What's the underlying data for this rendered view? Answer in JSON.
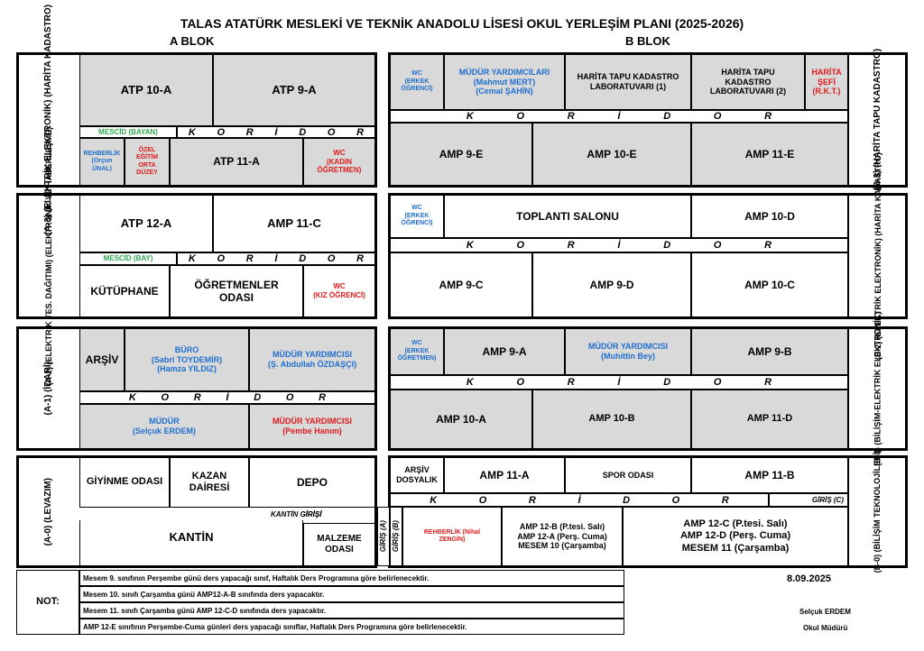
{
  "title": "TALAS ATATÜRK MESLEKİ VE TEKNİK ANADOLU LİSESİ OKUL YERLEŞİM PLANI (2025-2026)",
  "a_blok_label": "A BLOK",
  "b_blok_label": "B BLOK",
  "corridor_letters": [
    "K",
    "O",
    "R",
    "İ",
    "D",
    "O",
    "R"
  ],
  "a3": {
    "side_label": "(A-3)\n(ELEKTRİK ELEKTRONİK)\n(HARİTA KADASTRO)",
    "atp10a": "ATP 10-A",
    "atp9a": "ATP 9-A",
    "mescid": "MESCİD (BAYAN)",
    "rehberlik": "REHBERLİK\n(Orçun\nÜNAL)",
    "ozel": "ÖZEL\nEĞİTİM\nORTA\nDÜZEY",
    "atp11a": "ATP 11-A",
    "wc": "WC\n(KADIN\nÖĞRETMEN)"
  },
  "a2": {
    "side_label": "(A-2)\n(ELEKTRİK TES.\nDAĞITIMI) (ELEKTRONİK\nVE HABERLEŞME)",
    "atp12a": "ATP 12-A",
    "amp11c": "AMP 11-C",
    "mescid": "MESCİD (BAY)",
    "kutuphane": "KÜTÜPHANE",
    "ogretmenler": "ÖĞRETMENLER\nODASI",
    "wc": "WC\n(KIZ ÖĞRENCİ)"
  },
  "a1": {
    "side_label": "(A-1)\n(İDARİ)",
    "arsiv": "ARŞİV",
    "buro": "BÜRO\n(Sabri TOYDEMİR)\n(Hamza YILDIZ)",
    "mudur_yrd": "MÜDÜR YARDIMCISI\n(Ş. Abdullah ÖZDAŞÇI)",
    "mudur": "MÜDÜR\n(Selçuk ERDEM)",
    "mudur_yrd2": "MÜDÜR YARDIMCISI\n(Pembe Hanım)"
  },
  "a0": {
    "side_label": "(A-0) (LEVAZIM)",
    "giyinme": "GİYİNME ODASI",
    "kazan": "KAZAN\nDAİRESİ",
    "depo": "DEPO",
    "kantin_girisi": "KANTİN GİRİŞİ",
    "kantin": "KANTİN",
    "malzeme": "MALZEME\nODASI"
  },
  "b3": {
    "side_label": "(B-3)\n(HARİTA TAPU KADASTRO)",
    "wc": "WC\n(ERKEK\nÖĞRENCİ)",
    "mudur_yrd": "MÜDÜR YARDIMCILARI\n(Mahmut MERT)\n(Cemal ŞAHİN)",
    "lab1": "HARİTA TAPU KADASTRO\nLABORATUVARI (1)",
    "lab2": "HARİTA TAPU\nKADASTRO\nLABORATUVARI (2)",
    "sefi": "HARİTA\nŞEFİ\n(R.K.T.)",
    "amp9e": "AMP 9-E",
    "amp10e": "AMP 10-E",
    "amp11e": "AMP 11-E"
  },
  "b2": {
    "side_label": "(B-2)\n(ELEKTRİK ELEKTRONİK)\n(HARİTA KADASTRO)",
    "wc": "WC\n(ERKEK\nÖĞRENCİ)",
    "toplanti": "TOPLANTI SALONU",
    "amp10d": "AMP 10-D",
    "amp9c": "AMP 9-C",
    "amp9d": "AMP 9-D",
    "amp10c": "AMP 10-C"
  },
  "b1": {
    "side_label": "(B-1)\n(BİLİŞİM-ELEKTRİK\nELEKTRONİK)",
    "wc": "WC\n(ERKEK\nÖĞRETMEN)",
    "amp9a": "AMP 9-A",
    "mudur_yrd": "MÜDÜR YARDIMCISI\n(Muhittin Bey)",
    "amp9b": "AMP 9-B",
    "amp10a": "AMP 10-A",
    "amp10b": "AMP 10-B",
    "amp11d": "AMP 11-D"
  },
  "b0": {
    "side_label": "(B-0)\n(BİLİŞİM\nTEKNOLOJİLERİ)",
    "arsiv": "ARŞİV\nDOSYALIK",
    "amp11a": "AMP 11-A",
    "spor": "SPOR ODASI",
    "amp11b": "AMP 11-B",
    "giris_c": "GİRİŞ (C)",
    "giris_a": "GİRİŞ (A)",
    "giris_b": "GİRİŞ (B)",
    "rehberlik": "REHBERLİK (Nihal\nZENGİN)",
    "amp12_mid": "AMP 12-B (P.tesi. Salı)\nAMP 12-A (Perş. Cuma)\nMESEM 10 (Çarşamba)",
    "amp12_right": "AMP 12-C (P.tesi. Salı)\nAMP 12-D (Perş. Cuma)\nMESEM 11 (Çarşamba)"
  },
  "notes": {
    "label": "NOT:",
    "items": [
      "Mesem 9. sınıfının Perşembe günü ders yapacağı sınıf, Haftalık Ders Programına göre belirlenecektir.",
      "Mesem 10. sınıfı Çarşamba günü AMP12-A-B sınıfında ders yapacaktır.",
      "Mesem 11. sınıfı Çarşamba günü AMP 12-C-D sınıfında ders yapacaktır.",
      "AMP 12-E sınıfının Perşembe-Cuma günleri ders yapacağı sınıflar, Haftalık Ders Programına göre belirlenecektir."
    ]
  },
  "date": "8.09.2025",
  "signer_name": "Selçuk ERDEM",
  "signer_title": "Okul Müdürü",
  "colors": {
    "grey": "#d9d9d9",
    "blue": "#1f6fd1",
    "red": "#e01c1c",
    "green": "#2ea84e"
  }
}
